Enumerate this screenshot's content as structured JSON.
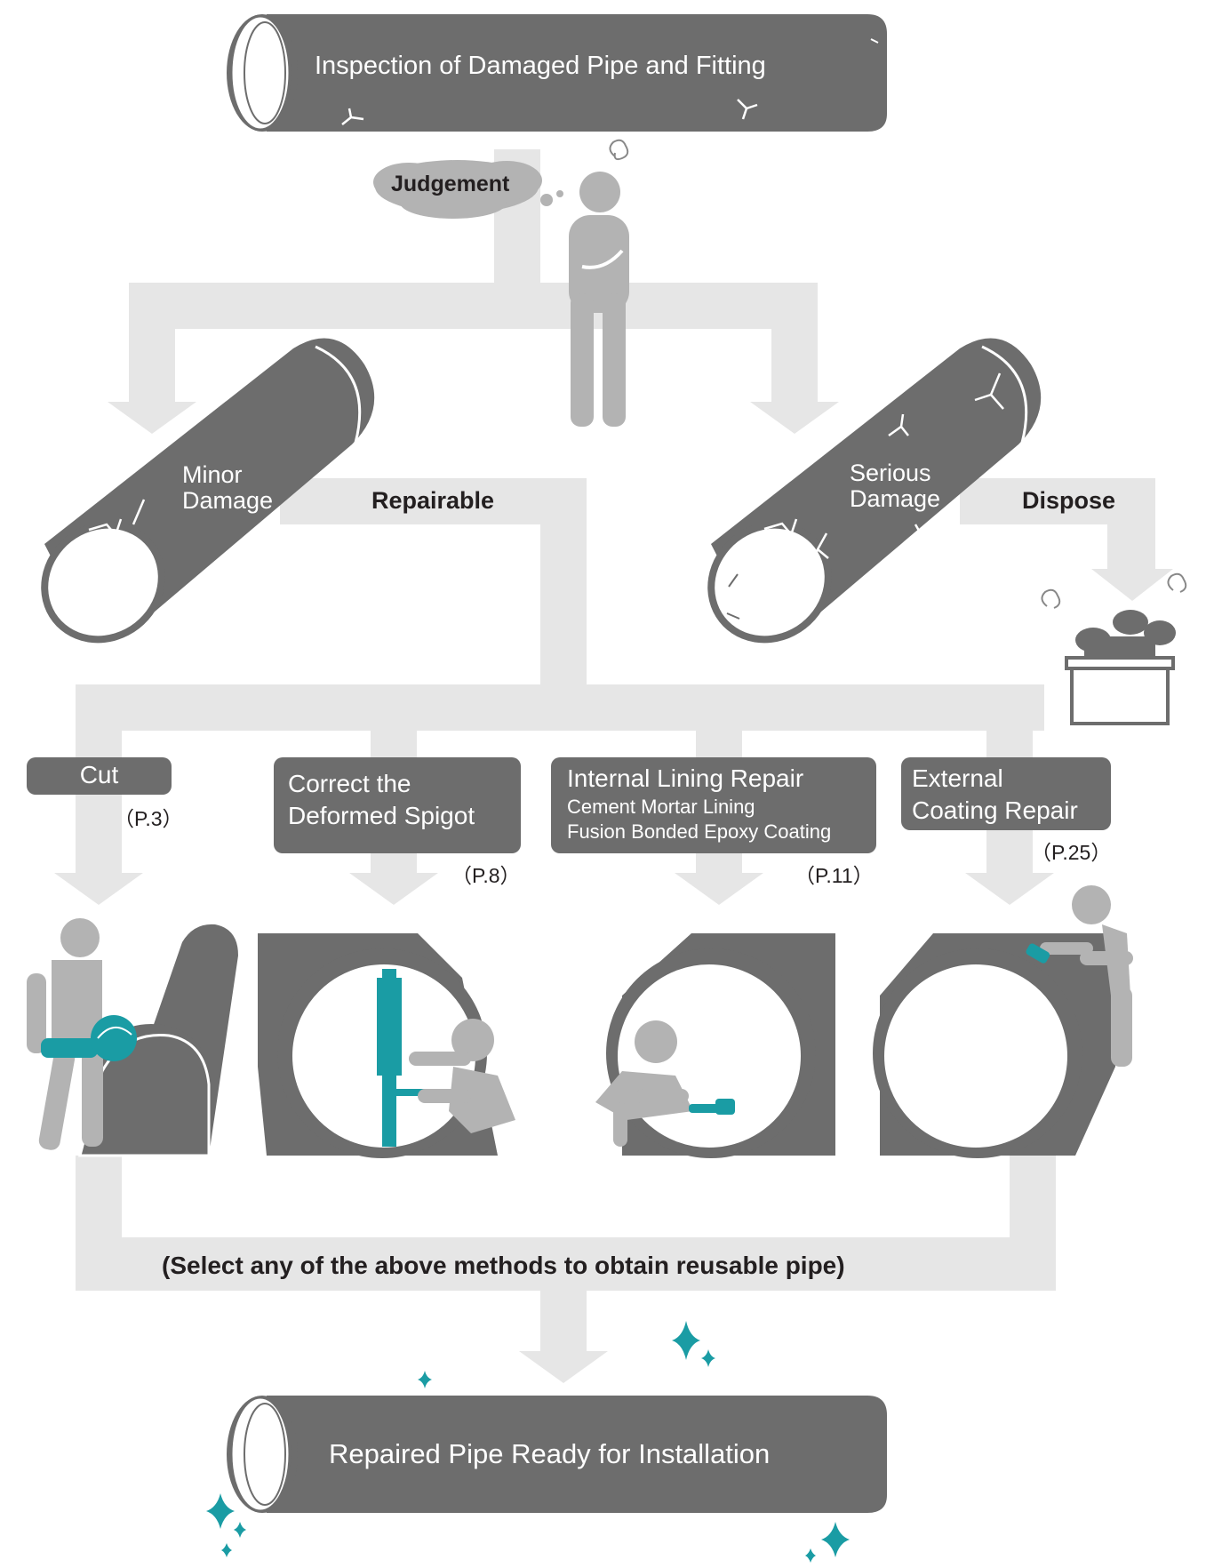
{
  "flow": {
    "inspection_title": "Inspection of Damaged Pipe and Fitting",
    "judgement_label": "Judgement",
    "minor_damage": "Minor Damage",
    "minor_damage_line1": "Minor",
    "minor_damage_line2": "Damage",
    "repairable_label": "Repairable",
    "serious_damage_line1": "Serious",
    "serious_damage_line2": "Damage",
    "dispose_label": "Dispose",
    "select_note": "(Select any of the above methods to obtain reusable pipe)",
    "final_title": "Repaired Pipe Ready for Installation"
  },
  "methods": [
    {
      "title": "Cut",
      "page": "（P.3）"
    },
    {
      "title_line1": "Correct the",
      "title_line2": "Deformed Spigot",
      "page": "（P.8）"
    },
    {
      "title": "Internal Lining Repair",
      "sub1": "Cement Mortar Lining",
      "sub2": "Fusion Bonded Epoxy Coating",
      "page": "（P.11）"
    },
    {
      "title_line1": "External",
      "title_line2": "Coating Repair",
      "page": "（P.25）"
    }
  ],
  "colors": {
    "pipe": "#6d6d6d",
    "flow_arrow": "#e6e6e6",
    "person": "#b3b3b3",
    "tool_accent": "#1a9ca4",
    "text_dark": "#231f20",
    "text_light": "#ffffff"
  }
}
